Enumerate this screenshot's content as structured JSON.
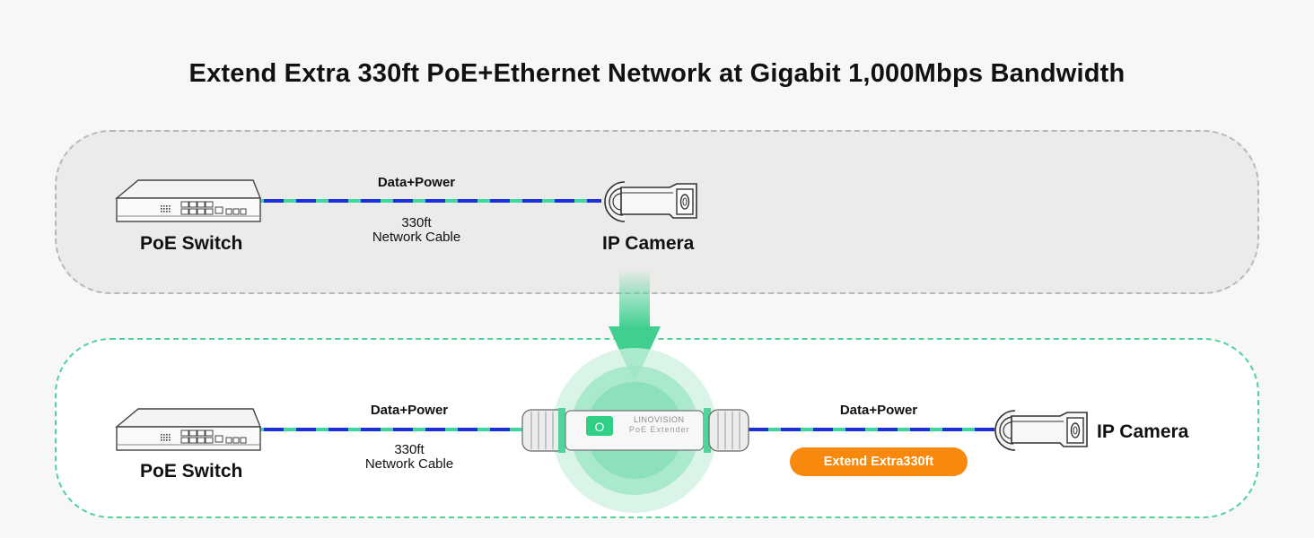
{
  "title": "Extend Extra 330ft PoE+Ethernet Network at Gigabit 1,000Mbps Bandwidth",
  "top_scenario": {
    "switch_label": "PoE Switch",
    "camera_label": "IP Camera",
    "cable_power_label": "Data+Power",
    "cable_length": "330ft",
    "cable_type": "Network Cable"
  },
  "bottom_scenario": {
    "switch_label": "PoE Switch",
    "camera_label": "IP Camera",
    "left_cable_power_label": "Data+Power",
    "left_cable_length": "330ft",
    "left_cable_type": "Network Cable",
    "right_cable_power_label": "Data+Power",
    "extender_brand": "LINOVISION",
    "extender_model": "PoE Extender",
    "extend_badge": "Extend Extra330ft"
  },
  "colors": {
    "accent_green": "#52d39a",
    "cable_blue": "#1a2fd6",
    "cable_green": "#3fd7a0",
    "badge_orange": "#f8890d"
  },
  "icons": [
    "poe-switch-icon",
    "ip-camera-icon",
    "poe-extender-icon",
    "down-arrow-icon"
  ]
}
